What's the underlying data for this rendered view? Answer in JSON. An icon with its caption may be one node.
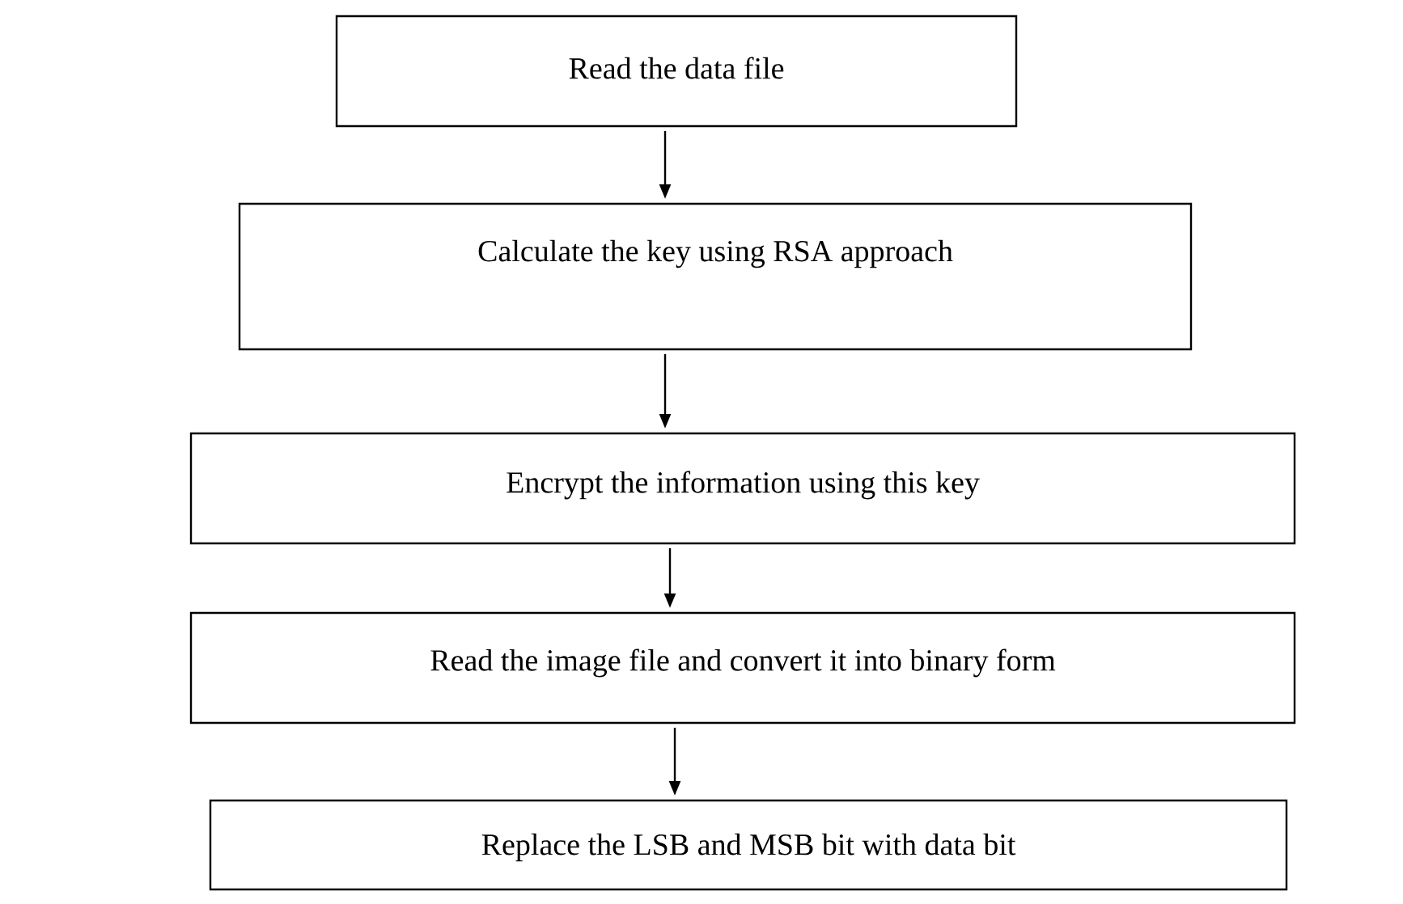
{
  "diagram": {
    "nodes": [
      {
        "text": [
          "Read the data file"
        ]
      },
      {
        "text": [
          "Calculate the key using RSA approach"
        ]
      },
      {
        "text": [
          "Encrypt the information using this key"
        ]
      },
      {
        "text": [
          "Read the image file and convert it into binary form"
        ]
      },
      {
        "text": [
          "Replace the LSB and MSB bit with data bit"
        ]
      }
    ],
    "edges": [
      {
        "from": 0,
        "to": 1,
        "arrow": "to"
      },
      {
        "from": 1,
        "to": 2,
        "arrow": "to"
      },
      {
        "from": 2,
        "to": 3,
        "arrow": "to"
      },
      {
        "from": 3,
        "to": 4,
        "arrow": "to"
      }
    ]
  }
}
